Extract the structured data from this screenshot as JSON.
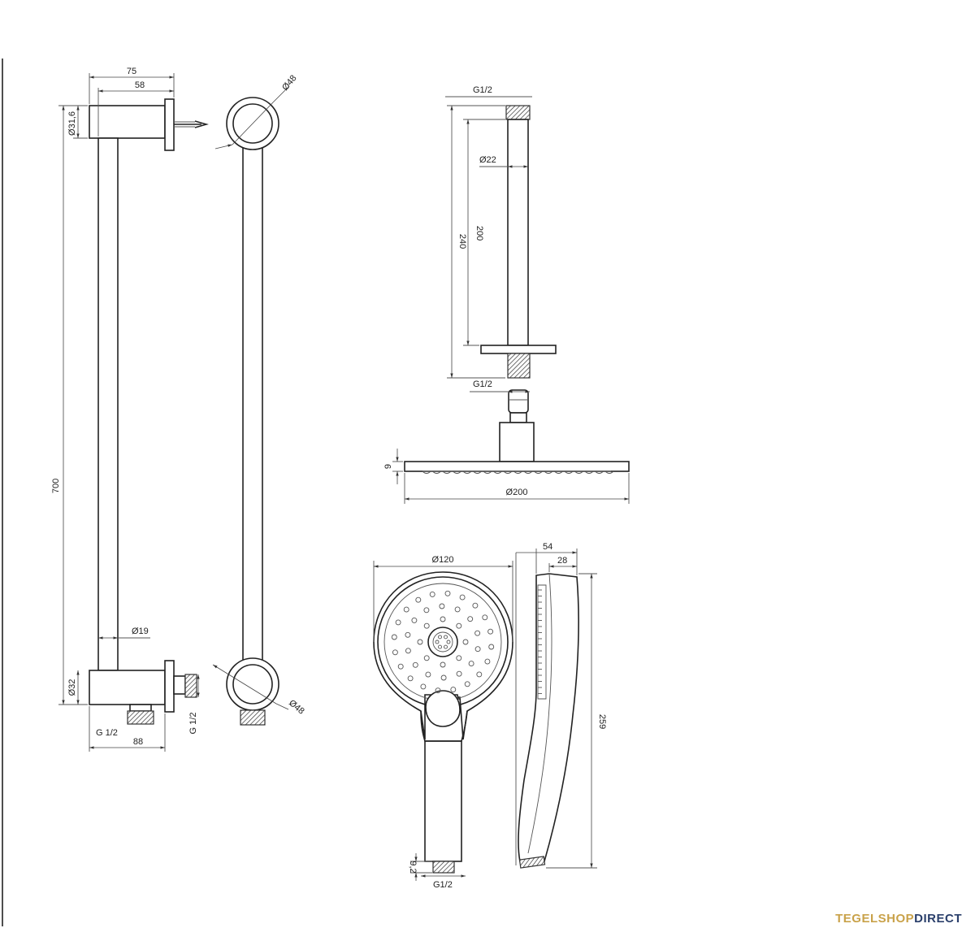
{
  "drawing": {
    "left_rail": {
      "width_75": "75",
      "depth_58": "58",
      "dia_top": "Ø31,6",
      "height_700": "700",
      "dia_rail": "Ø19",
      "dia_bottom": "Ø32",
      "thread_left": "G 1/2",
      "thread_right": "G 1/2",
      "width_88": "88"
    },
    "side_rail": {
      "dia_top": "Ø48",
      "dia_bottom": "Ø48"
    },
    "shower_arm": {
      "thread_top": "G1/2",
      "dia_pipe": "Ø22",
      "length_200": "200",
      "length_240": "240",
      "thread_bottom": "G1/2"
    },
    "rain_head": {
      "height_9": "9",
      "dia": "Ø200"
    },
    "hand_shower": {
      "dia_head": "Ø120",
      "depth_54": "54",
      "depth_28": "28",
      "length_259": "259",
      "height_9_2": "9,2",
      "thread": "G1/2"
    }
  },
  "brand": {
    "part1": "TEGELSHOP",
    "part2": "DIRECT",
    "color1": "#c9a24a",
    "color2": "#2a3f6b"
  }
}
